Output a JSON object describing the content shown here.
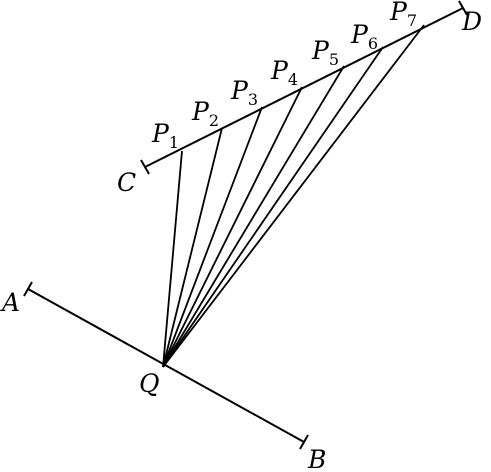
{
  "labels": {
    "A": "A",
    "B": "B",
    "C": "C",
    "D": "D",
    "Q": "Q"
  },
  "points": [
    {
      "letter": "P",
      "sub": "1"
    },
    {
      "letter": "P",
      "sub": "2"
    },
    {
      "letter": "P",
      "sub": "3"
    },
    {
      "letter": "P",
      "sub": "4"
    },
    {
      "letter": "P",
      "sub": "5"
    },
    {
      "letter": "P",
      "sub": "6"
    },
    {
      "letter": "P",
      "sub": "7"
    }
  ],
  "colors": {
    "stroke": "#000000",
    "background": "#ffffff"
  }
}
